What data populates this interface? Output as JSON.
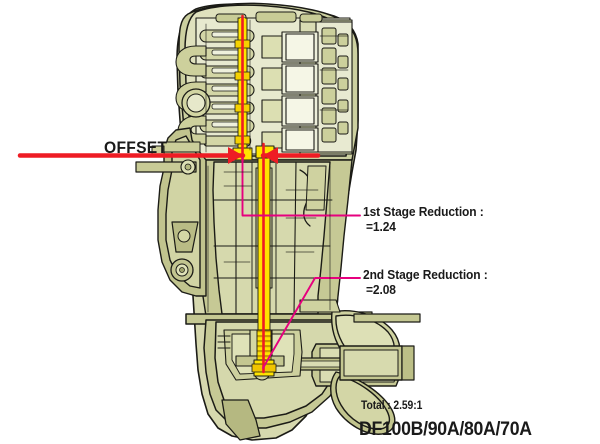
{
  "diagram": {
    "subject": "outboard-motor-cutaway",
    "offset": {
      "label": "OFFSET"
    },
    "annotations": [
      {
        "id": "stage1",
        "label": "1st Stage Reduction :",
        "value": "=1.24"
      },
      {
        "id": "stage2",
        "label": "2nd Stage Reduction :",
        "value": "=2.08"
      }
    ],
    "summary": {
      "total": "Total : 2.59:1",
      "model": "DF100B/90A/80A/70A"
    },
    "colors": {
      "background": "#ffffff",
      "body_light": "#e2e3c4",
      "body_mid": "#cfd1a5",
      "body_dark": "#b7ba8a",
      "body_darker": "#a3a673",
      "body_deep": "#8f9262",
      "outline": "#1b1b16",
      "shaft_yellow": "#ffe400",
      "shaft_yellow_deep": "#f0c400",
      "centerline_red": "#ee1c24",
      "leader_magenta": "#e6007e",
      "text": "#1a1a1a"
    }
  }
}
